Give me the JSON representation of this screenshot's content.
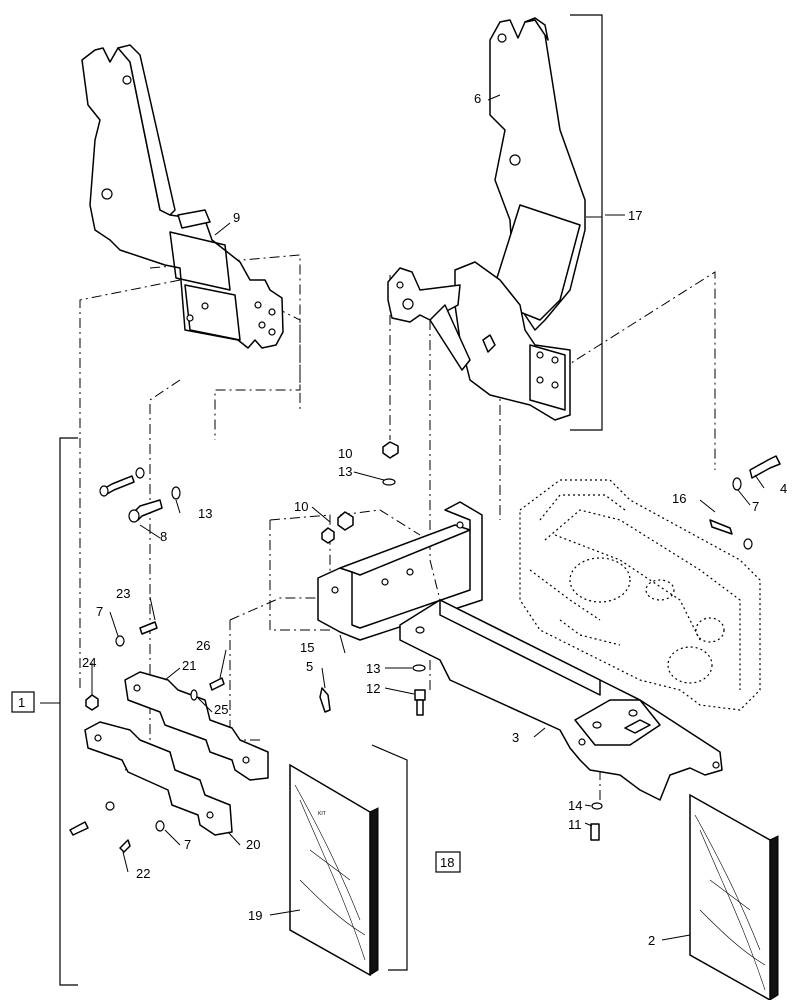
{
  "callouts": {
    "c1": "1",
    "c2": "2",
    "c3": "3",
    "c4": "4",
    "c5": "5",
    "c6": "6",
    "c7a": "7",
    "c7b": "7",
    "c7c": "7",
    "c8": "8",
    "c9": "9",
    "c10a": "10",
    "c10b": "10",
    "c11": "11",
    "c12": "12",
    "c13a": "13",
    "c13b": "13",
    "c13c": "13",
    "c14": "14",
    "c15": "15",
    "c16": "16",
    "c17": "17",
    "c18": "18",
    "c19": "19",
    "c20": "20",
    "c21": "21",
    "c22": "22",
    "c23": "23",
    "c24": "24",
    "c25": "25",
    "c26": "26"
  }
}
